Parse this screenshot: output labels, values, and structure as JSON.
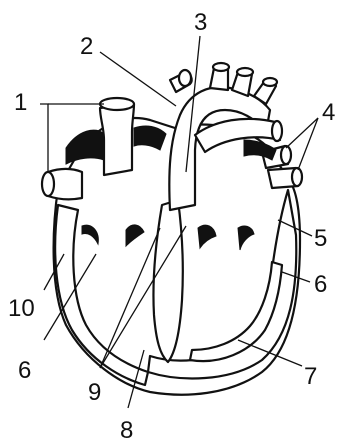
{
  "labels": [
    {
      "id": "1",
      "text": "1"
    },
    {
      "id": "2",
      "text": "2"
    },
    {
      "id": "3",
      "text": "3"
    },
    {
      "id": "4",
      "text": "4"
    },
    {
      "id": "5",
      "text": "5"
    },
    {
      "id": "6a",
      "text": "6"
    },
    {
      "id": "6b",
      "text": "6"
    },
    {
      "id": "7",
      "text": "7"
    },
    {
      "id": "8",
      "text": "8"
    },
    {
      "id": "9",
      "text": "9"
    },
    {
      "id": "10",
      "text": "10"
    }
  ]
}
